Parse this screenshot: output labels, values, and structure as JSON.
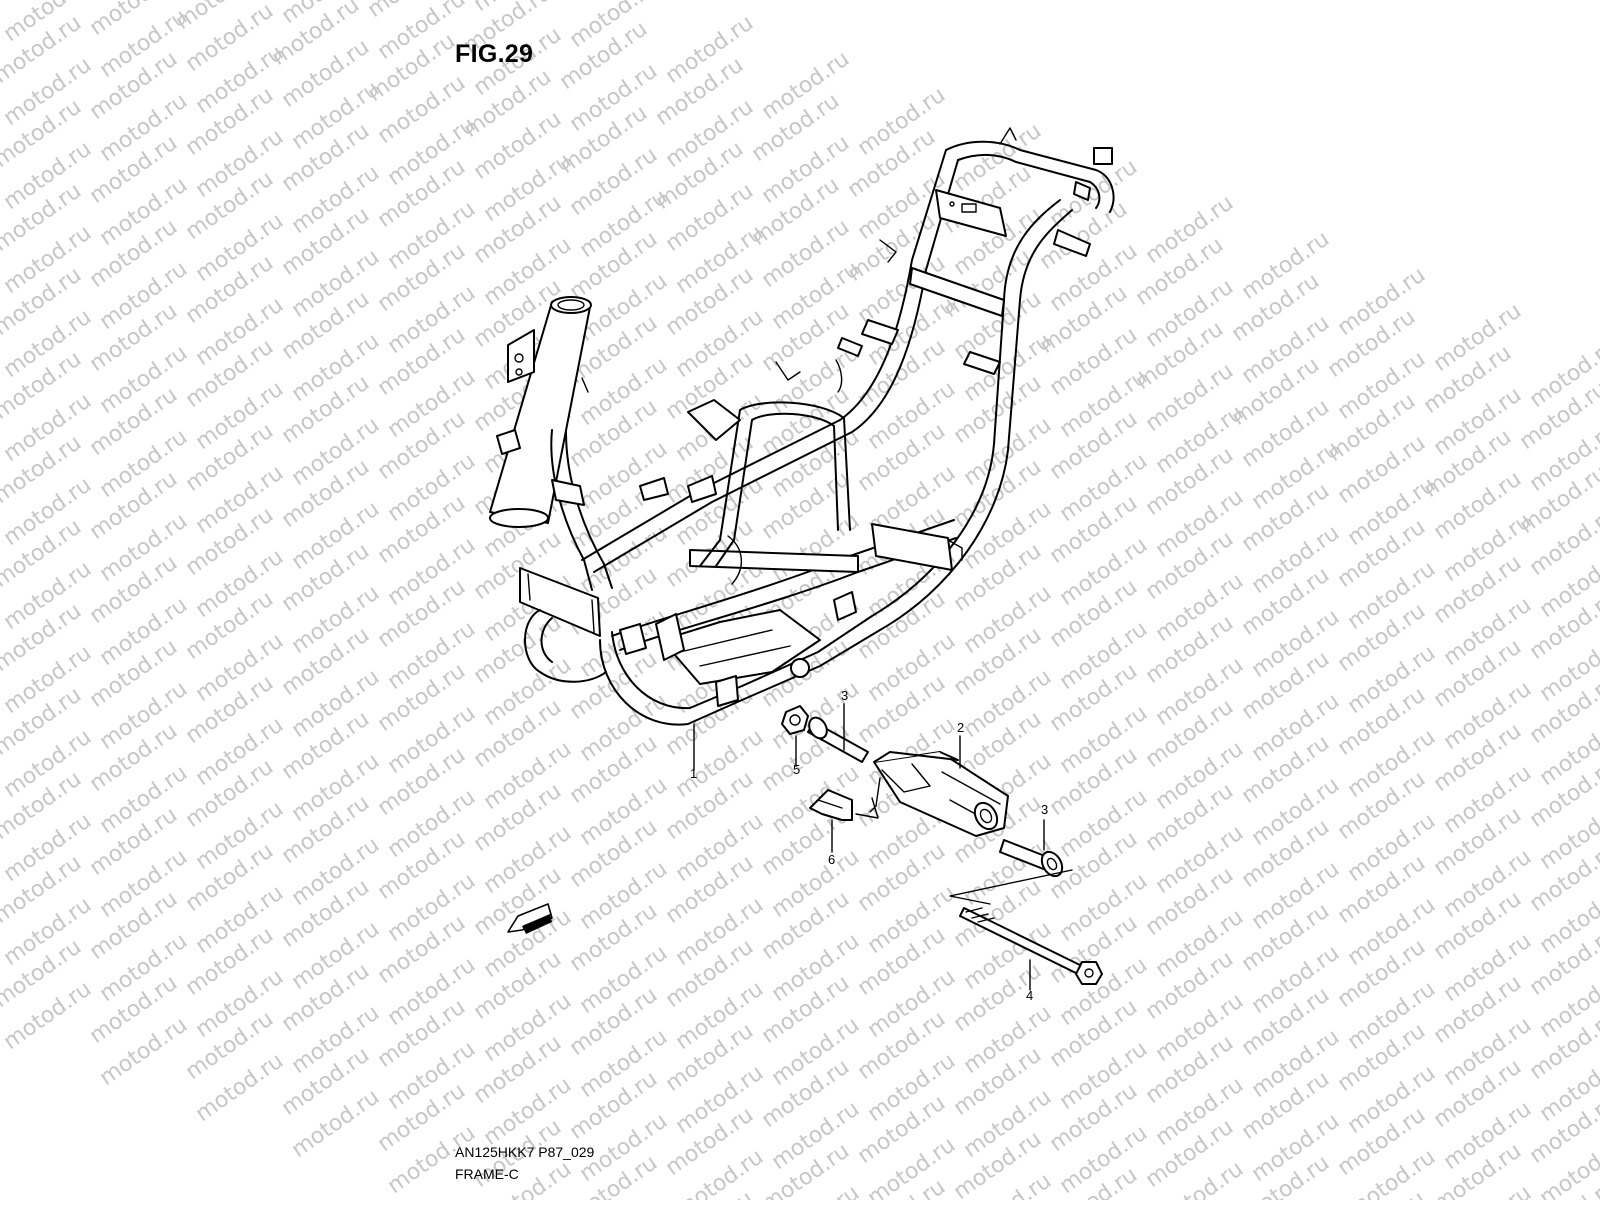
{
  "figure": {
    "title": "FIG.29",
    "code": "AN125HKK7 P87_029",
    "section": "FRAME-C"
  },
  "watermark": {
    "text": "motod.ru",
    "color": "#c6c6c6"
  },
  "fwd_arrow": {
    "label": "FWD",
    "icon": "fwd-arrow-icon"
  },
  "callouts": [
    {
      "id": "frame",
      "label": "1"
    },
    {
      "id": "bracket",
      "label": "2"
    },
    {
      "id": "bushing-upper",
      "label": "3"
    },
    {
      "id": "bushing-lower",
      "label": "3"
    },
    {
      "id": "bolt",
      "label": "4"
    },
    {
      "id": "nut",
      "label": "5"
    },
    {
      "id": "stopper",
      "label": "6"
    }
  ]
}
